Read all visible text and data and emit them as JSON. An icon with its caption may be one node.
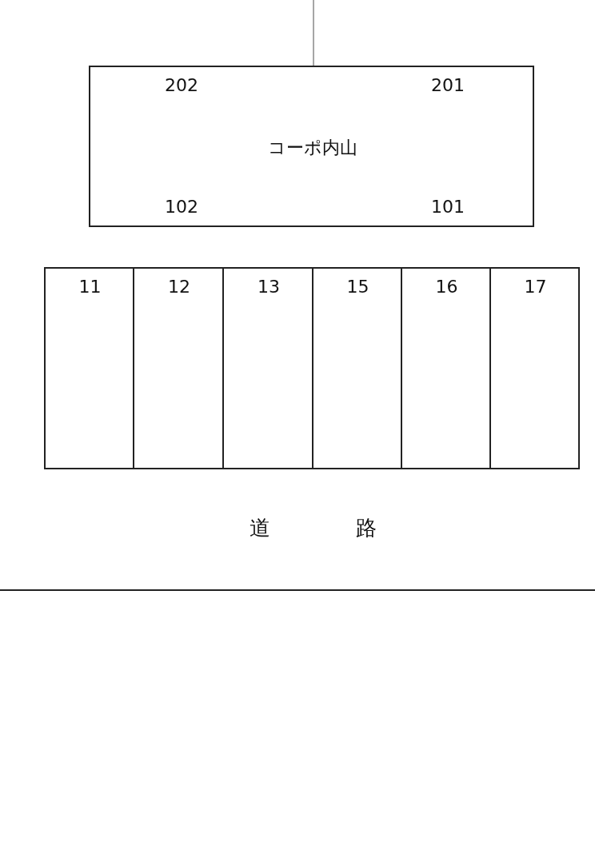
{
  "diagram": {
    "nodes": [
      {
        "text": [
          "202",
          "201",
          "コーポ内山",
          "102",
          "101"
        ]
      },
      {
        "text": [
          "11"
        ]
      },
      {
        "text": [
          "12"
        ]
      },
      {
        "text": [
          "13"
        ]
      },
      {
        "text": [
          "15"
        ]
      },
      {
        "text": [
          "16"
        ]
      },
      {
        "text": [
          "17"
        ]
      }
    ],
    "labels": [
      "道",
      "路"
    ]
  }
}
